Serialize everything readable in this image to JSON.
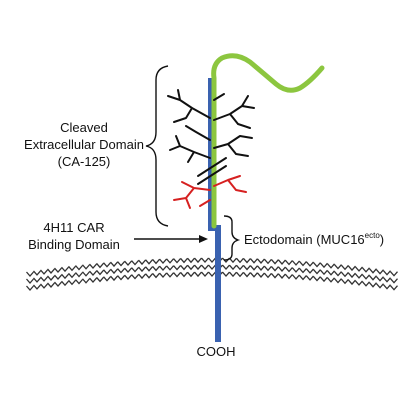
{
  "labels": {
    "cleaved_line1": "Cleaved",
    "cleaved_line2": "Extracellular Domain",
    "cleaved_line3": "(CA-125)",
    "car_line1": "4H11 CAR",
    "car_line2": "Binding Domain",
    "ecto_main": "Ectodomain (MUC16",
    "ecto_sup": "ecto",
    "ecto_close": ")",
    "cooh": "COOH"
  },
  "colors": {
    "stalk_blue": "#3a62b0",
    "extracellular_green": "#8cc63f",
    "glycan_black": "#111111",
    "glycan_red": "#d62020",
    "membrane": "#333333"
  }
}
